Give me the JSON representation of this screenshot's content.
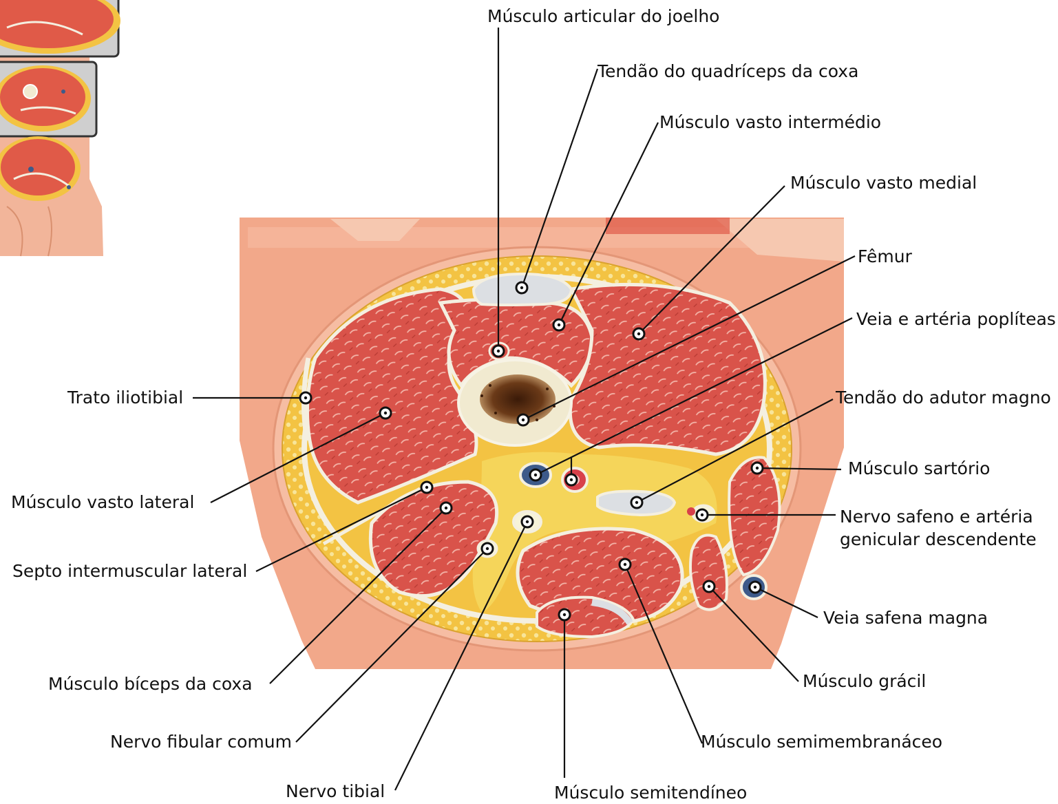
{
  "title": "",
  "labels": {
    "articular_joelho": "Músculo articular do joelho",
    "tendao_quadriceps": "Tendão do quadríceps da coxa",
    "vasto_intermedio": "Músculo vasto intermédio",
    "vasto_medial": "Músculo vasto medial",
    "femur": "Fêmur",
    "veia_arteria_popliteas": "Veia e artéria poplíteas",
    "tendao_adutor_magno": "Tendão do adutor magno",
    "sartorio": "Músculo sartório",
    "nervo_safeno_line1": "Nervo safeno e artéria",
    "nervo_safeno_line2": "genicular descendente",
    "veia_safena_magna": "Veia safena magna",
    "gracil": "Músculo grácil",
    "semimembranaceo": "Músculo semimembranáceo",
    "semitendineo": "Músculo semitendíneo",
    "nervo_tibial": "Nervo tibial",
    "nervo_fibular_comum": "Nervo fibular comum",
    "biceps_coxa": "Músculo bíceps da coxa",
    "septo_intermuscular": "Septo intermuscular lateral",
    "vasto_lateral": "Músculo vasto lateral",
    "trato_iliotibial": "Trato iliotibial"
  },
  "colors": {
    "muscle": "#d9534a",
    "muscle_dark": "#b83a33",
    "fat": "#f3c343",
    "skin": "#f2a88a",
    "fascia": "#f4efe0",
    "bone": "#f1ead0",
    "marrow": "#5a2a12",
    "vein": "#3d5a8a",
    "artery": "#d8404a",
    "leader": "#111111"
  }
}
